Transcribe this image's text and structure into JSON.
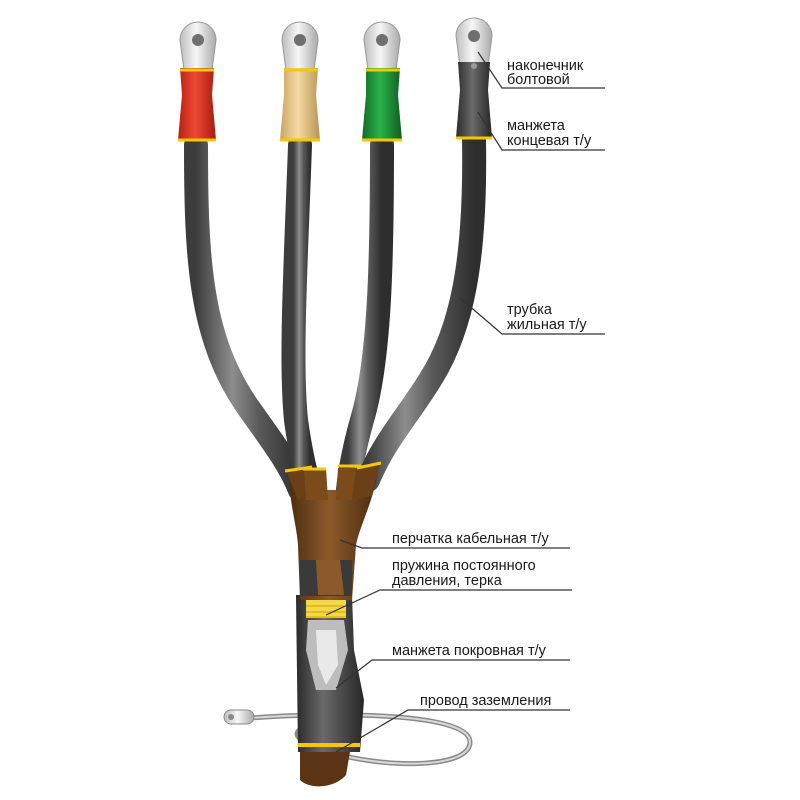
{
  "labels": {
    "lug": [
      "наконечник",
      "болтовой"
    ],
    "end_cuff": [
      "манжета",
      "концевая т/у"
    ],
    "core_tube": [
      "трубка",
      "жильная т/у"
    ],
    "glove": [
      "перчатка кабельная т/у"
    ],
    "spring": [
      "пружина постоянного",
      "давления, терка"
    ],
    "cover_cuff": [
      "манжета покровная т/у"
    ],
    "ground_wire": [
      "провод заземления"
    ]
  },
  "colors": {
    "phase_1": "#e03a2a",
    "phase_2": "#ecc98a",
    "phase_3": "#1f9a3a",
    "phase_4_cuff": "#4a4a4a",
    "glove": "#7a4a1e",
    "seal_ring": "#f5c800",
    "tube": "#555555",
    "lug": "#e6e6e6"
  },
  "icons": {
    "lug": "bolted-lug-icon",
    "spring": "spring-icon",
    "ground": "ground-wire-icon"
  }
}
